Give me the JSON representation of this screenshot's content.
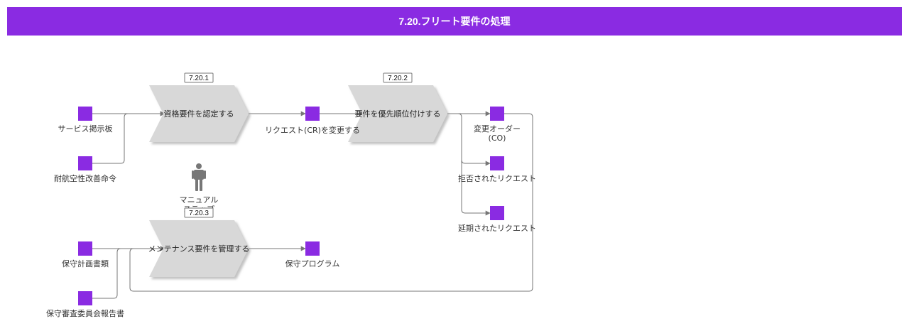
{
  "title": "7.20.フリート要件の処理",
  "colors": {
    "accent": "#8a2be2",
    "process_fill": "#d8d8d8",
    "connector": "#777777",
    "actor": "#777777"
  },
  "processes": [
    {
      "id": "7.20.1",
      "label": "資格要件を認定する"
    },
    {
      "id": "7.20.2",
      "label": "要件を優先順位付けする"
    },
    {
      "id": "7.20.3",
      "label": "メンテナンス要件を管理する"
    }
  ],
  "artifacts": [
    {
      "label": "サービス掲示板"
    },
    {
      "label": "耐航空性改善命令"
    },
    {
      "label": "リクエスト(CR)を変更する"
    },
    {
      "label_lines": [
        "変更オーダー",
        "(CO)"
      ]
    },
    {
      "label": "拒否されたリクエスト"
    },
    {
      "label": "延期されたリクエスト"
    },
    {
      "label": "保守計画書類"
    },
    {
      "label": "保守審査委員会報告書"
    },
    {
      "label": "保守プログラム"
    }
  ],
  "actor": {
    "icon": "person-icon",
    "label_lines": [
      "マニュアル",
      "ステップ"
    ]
  }
}
